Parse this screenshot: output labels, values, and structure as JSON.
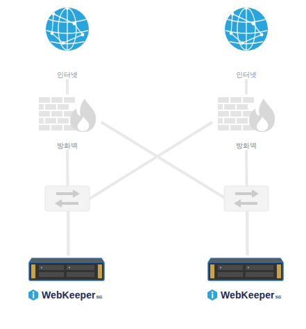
{
  "diagram": {
    "nodes": [
      {
        "text": [
          "인터넷"
        ]
      },
      {
        "text": [
          "인터넷"
        ]
      },
      {
        "text": [
          "방화벽"
        ]
      },
      {
        "text": [
          "방화벽"
        ]
      },
      {
        "text": [
          "WebKeeper",
          "SG"
        ]
      },
      {
        "text": [
          "WebKeeper",
          "SG"
        ]
      }
    ],
    "edges": [
      {
        "from": 0,
        "to": 2,
        "arrow": "none"
      },
      {
        "from": 1,
        "to": 3,
        "arrow": "none"
      },
      {
        "from": 2,
        "to": 4,
        "arrow": "none"
      },
      {
        "from": 2,
        "to": 5,
        "arrow": "none"
      },
      {
        "from": 3,
        "to": 5,
        "arrow": "none"
      },
      {
        "from": 3,
        "to": 4,
        "arrow": "none"
      }
    ]
  }
}
